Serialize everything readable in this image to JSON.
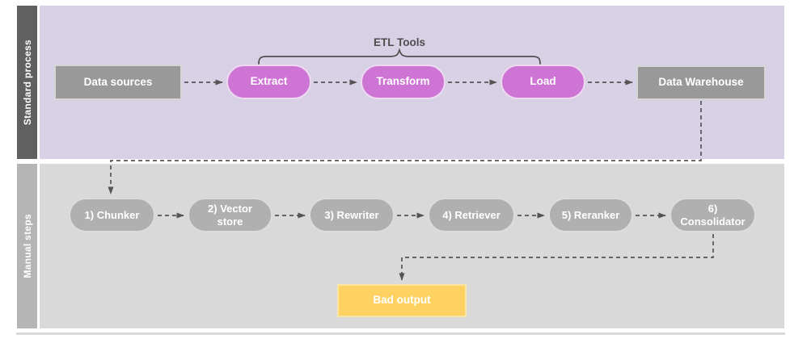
{
  "diagram": {
    "annotation": {
      "label": "ETL Tools"
    },
    "lanes": [
      {
        "label": "Standard process"
      },
      {
        "label": "Manual steps"
      }
    ],
    "standard_process": {
      "nodes": [
        {
          "label": "Data sources",
          "shape": "rect"
        },
        {
          "label": "Extract",
          "shape": "pill"
        },
        {
          "label": "Transform",
          "shape": "pill"
        },
        {
          "label": "Load",
          "shape": "pill"
        },
        {
          "label": "Data Warehouse",
          "shape": "rect"
        }
      ]
    },
    "manual_steps": {
      "nodes": [
        {
          "label": "1) Chunker"
        },
        {
          "label": "2) Vector store"
        },
        {
          "label": "3) Rewriter"
        },
        {
          "label": "4) Retriever"
        },
        {
          "label": "5) Reranker"
        },
        {
          "label": "6) Consolidator"
        }
      ],
      "result": {
        "label": "Bad output"
      }
    },
    "colors": {
      "lane1_bar": "#606060",
      "lane1_fill": "#d8d1e5",
      "lane2_bar": "#b5b5b5",
      "lane2_fill": "#d9d9d9",
      "gray_node": "#999999",
      "etl_node": "#cd74d4",
      "manual_node": "#b0b0b0",
      "result_node": "#fdd263",
      "connector": "#545454",
      "annotation_text": "#4d4d4d"
    }
  }
}
